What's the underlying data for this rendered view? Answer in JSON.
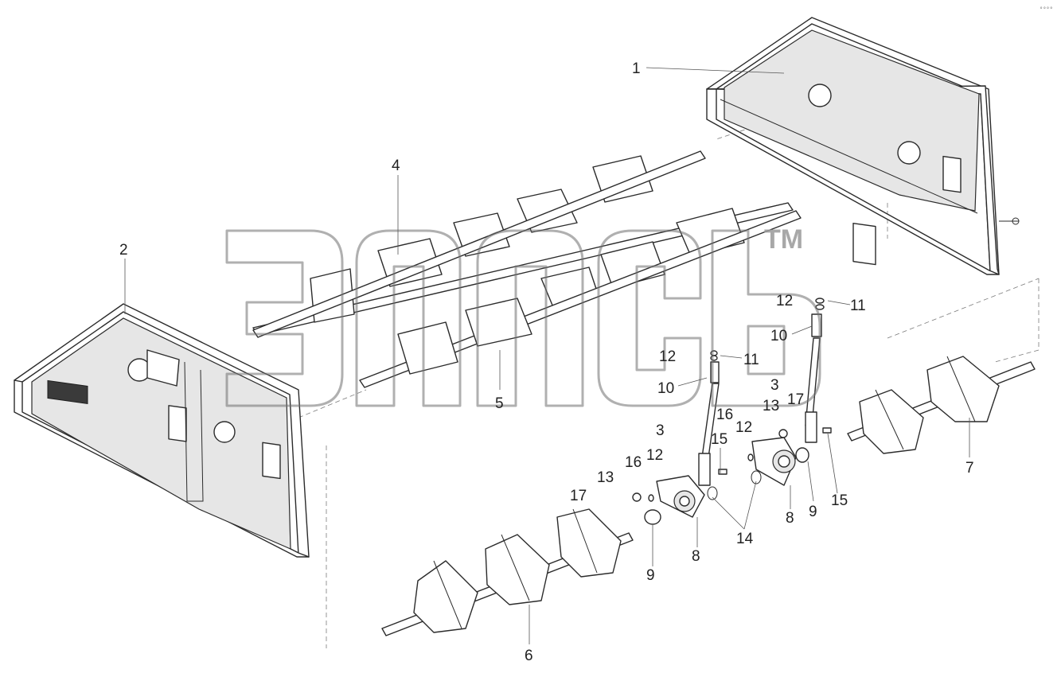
{
  "drawing": {
    "callouts": {
      "c1": "1",
      "c2": "2",
      "c4": "4",
      "c5": "5",
      "c6": "6",
      "c7": "7",
      "c8a": "8",
      "c8b": "8",
      "c9a": "9",
      "c9b": "9",
      "c10a": "10",
      "c10b": "10",
      "c11a": "11",
      "c11b": "11",
      "c12a": "12",
      "c12b": "12",
      "c12c": "12",
      "c12d": "12",
      "c13a": "13",
      "c13b": "13",
      "c14": "14",
      "c15a": "15",
      "c15b": "15",
      "c16a": "16",
      "c16b": "16",
      "c17a": "17",
      "c17b": "17",
      "c3a": "3",
      "c3b": "3"
    },
    "watermark": {
      "trademark": "TM"
    },
    "corner_mark": "°°°°"
  },
  "colors": {
    "line": "#2b2b2b",
    "watermark": "#6f6f6f",
    "background": "#ffffff"
  }
}
